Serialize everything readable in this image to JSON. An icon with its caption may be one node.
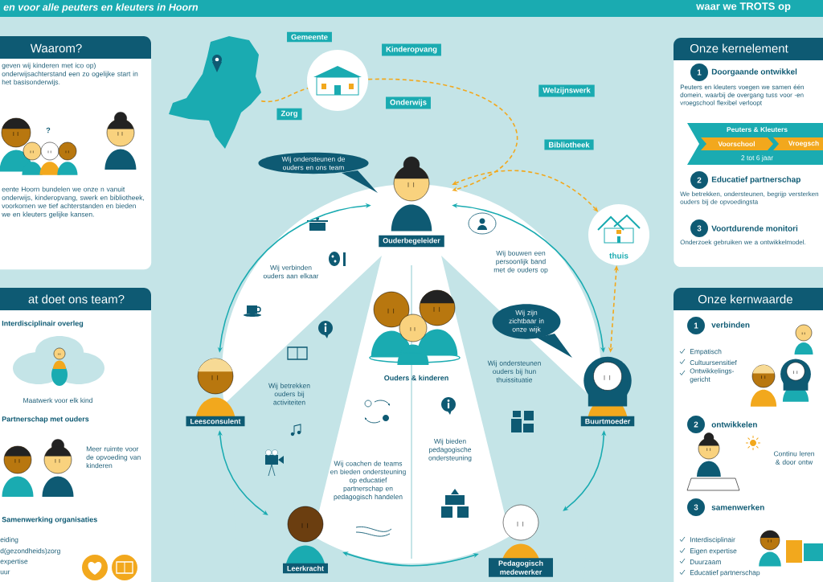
{
  "diagram": {
    "nodes": [
      {
        "text": [
          "Waarom?",
          "geven wij kinderen met ico op) onderwijsachterstand een zo ogelijke start in het basisonderwijs.",
          "eente Hoorn bundelen we onze n vanuit onderwijs, kinderopvang, swerk en bibliotheek, voorkomen we tief achterstanden en bieden we en kleuters gelijke kansen."
        ]
      },
      {
        "text": [
          "at doet ons team?",
          "Interdisciplinair overleg",
          "Maatwerk voor elk kind",
          "Partnerschap met ouders",
          "Meer ruimte voor de opvoeding van kinderen",
          "Samenwerking organisaties",
          "eiding",
          "d(gezondheids)zorg",
          "expertise",
          "uur"
        ]
      },
      {
        "text": [],
        "shape": "picture"
      },
      {
        "text": [
          "Gemeente"
        ]
      },
      {
        "text": [
          "Kinderopvang"
        ]
      },
      {
        "text": [],
        "shape": "circle"
      },
      {
        "text": [
          "Zorg"
        ]
      },
      {
        "text": [
          "Onderwijs"
        ]
      },
      {
        "text": [
          "Welzijnswerk"
        ]
      },
      {
        "text": [
          "Bibliotheek"
        ]
      },
      {
        "text": [
          "Wij ondersteunen de ouders en ons team"
        ]
      },
      {
        "text": [
          "Ouderbegeleider"
        ]
      },
      {
        "text": [
          "thuis"
        ]
      },
      {
        "text": [
          "Ouders & kinderen"
        ]
      },
      {
        "text": [
          "Wij zijn zichtbaar in onze wijk"
        ]
      },
      {
        "text": [
          "Leesconsulent"
        ]
      },
      {
        "text": [
          "Buurtmoeder"
        ]
      },
      {
        "text": [
          "Leerkracht"
        ]
      },
      {
        "text": [
          "Pedagogisch medewerker"
        ]
      },
      {
        "text": [
          "Onze kernelement",
          "Doorgaande ontwikkel",
          "Peuters en kleuters voegen we samen één domein, waarbij de overgang tuss voor -en vroegschool flexibel verloopt",
          "Educatief partnerschap",
          "We betrekken, ondersteunen, begrijp versterken ouders bij de opvoedingsta",
          "Voortdurende monitori",
          "Onderzoek gebruiken we a ontwikkelmodel."
        ]
      },
      {
        "text": [
          "1"
        ],
        "in": 19
      },
      {
        "text": [
          "Peuters & Kleuters",
          "2 tot 6 jaar"
        ],
        "in": 19
      },
      {
        "text": [
          "Voorschool"
        ],
        "in": 21
      },
      {
        "text": [
          "Vroegsch"
        ],
        "in": 21
      },
      {
        "text": [
          "2"
        ],
        "in": 19
      },
      {
        "text": [
          "3"
        ],
        "in": 19
      },
      {
        "text": [
          "Onze kernwaarde",
          "verbinden",
          "Empatisch",
          "Cultuursensitief",
          "Ontwikkelings- gericht",
          "ontwikkelen",
          "Continu leren & door ontw",
          "samenwerken",
          "Interdisciplinair",
          "Eigen expertise",
          "Duurzaam",
          "Educatief partnerschap"
        ]
      },
      {
        "text": [
          "1"
        ],
        "in": 26
      },
      {
        "text": [
          "2"
        ],
        "in": 26
      },
      {
        "text": [
          "3"
        ],
        "in": 26
      }
    ],
    "edges": [
      {
        "from": 2,
        "to": 5,
        "arrow": "none",
        "style": "dashed",
        "color": "#f2a81d"
      },
      {
        "from": 5,
        "to": 11,
        "arrow": "to",
        "style": "dashed",
        "color": "#f2a81d"
      },
      {
        "from": 11,
        "to": 12,
        "arrow": "both",
        "style": "dashed",
        "color": "#f2a81d"
      },
      {
        "from": 12,
        "to": 16,
        "arrow": "both",
        "style": "dashed",
        "color": "#f2a81d"
      },
      {
        "from": 11,
        "to": 15,
        "arrow": "both"
      },
      {
        "from": 15,
        "to": 17,
        "arrow": "both"
      },
      {
        "from": 17,
        "to": 18,
        "arrow": "both"
      },
      {
        "from": 18,
        "to": 16,
        "arrow": "both"
      },
      {
        "from": 16,
        "to": 11,
        "arrow": "both"
      }
    ],
    "labels": [
      "en voor alle peuters en kleuters in Hoorn",
      "waar we TROTS op",
      "?",
      "Wij verbinden ouders aan elkaar",
      "Wij bouwen een persoonlijk band met de ouders op",
      "Wij betrekken ouders bij activiteiten",
      "Wij ondersteunen ouders bij hun thuissituatie",
      "Wij coachen de teams en bieden ondersteuning op educatief partnerschap en pedagogisch handelen",
      "Wij bieden pedagogische ondersteuning"
    ]
  }
}
